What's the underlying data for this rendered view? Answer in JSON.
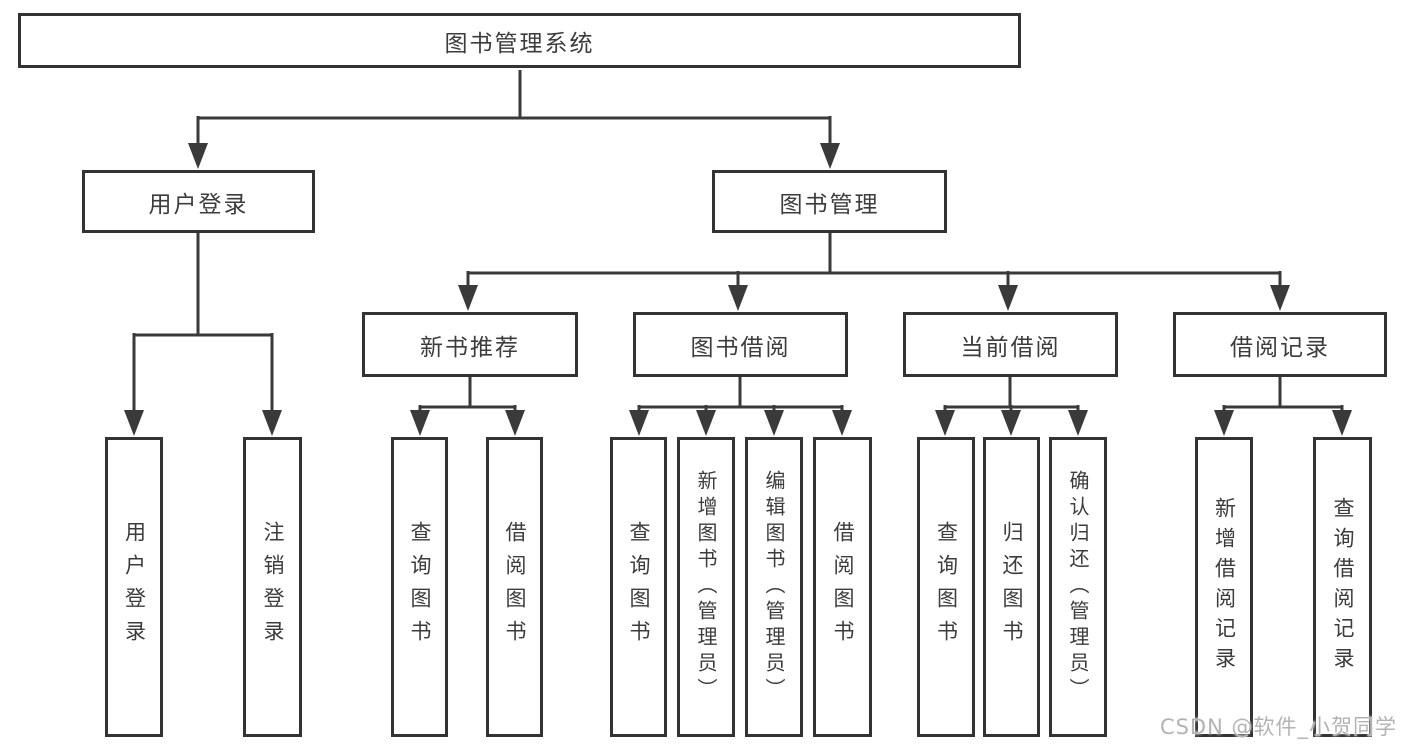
{
  "colors": {
    "line": "#3a3a3a",
    "text": "#3c3c3c",
    "watermark": "#b3b3b3",
    "background": "#ffffff"
  },
  "watermark": "CSDN @软件_小贺同学",
  "tree": {
    "root": {
      "label": "图书管理系统"
    },
    "level2": [
      {
        "label": "用户登录"
      },
      {
        "label": "图书管理"
      }
    ],
    "level3": [
      {
        "label": "新书推荐"
      },
      {
        "label": "图书借阅"
      },
      {
        "label": "当前借阅"
      },
      {
        "label": "借阅记录"
      }
    ],
    "leaves": [
      {
        "label": "用户登录"
      },
      {
        "label": "注销登录"
      },
      {
        "label": "查询图书"
      },
      {
        "label": "借阅图书"
      },
      {
        "label": "查询图书"
      },
      {
        "label": "新增图书（管理员）"
      },
      {
        "label": "编辑图书（管理员）"
      },
      {
        "label": "借阅图书"
      },
      {
        "label": "查询图书"
      },
      {
        "label": "归还图书"
      },
      {
        "label": "确认归还（管理员）"
      },
      {
        "label": "新增借阅记录"
      },
      {
        "label": "查询借阅记录"
      }
    ]
  }
}
